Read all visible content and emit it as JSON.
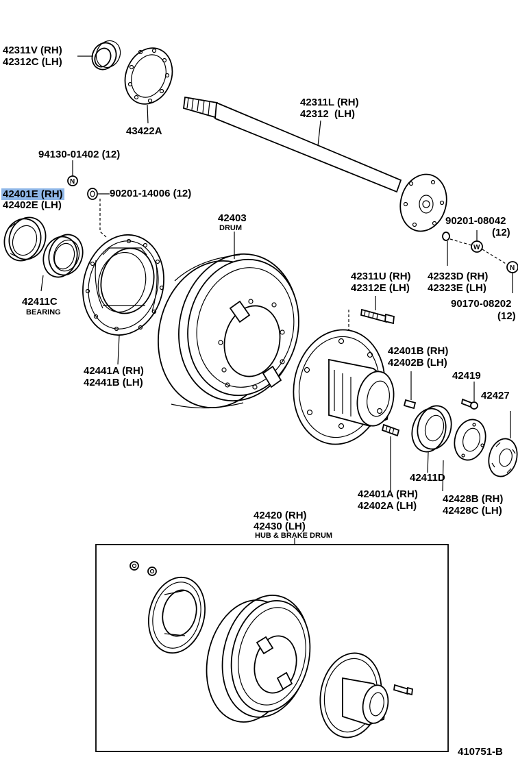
{
  "labels": {
    "p42311v": "42311V (RH)",
    "p42312c": "42312C (LH)",
    "p43422a": "43422A",
    "p42311l": "42311L (RH)",
    "p42312": "42312  (LH)",
    "p94130": "94130-01402 (12)",
    "p42401e": "42401E (RH)",
    "p42402e": "42402E (LH)",
    "p90201_14006": "90201-14006 (12)",
    "p42403": "42403",
    "drum": "DRUM",
    "p90201_08042": "90201-08042",
    "q12a": "(12)",
    "p42323d": "42323D (RH)",
    "p42323e": "42323E (LH)",
    "p90170": "90170-08202",
    "q12b": "(12)",
    "p42411c": "42411C",
    "bearing": "BEARING",
    "p42311u": "42311U (RH)",
    "p42312e": "42312E (LH)",
    "p42401b": "42401B (RH)",
    "p42402b": "42402B (LH)",
    "p42419": "42419",
    "p42427": "42427",
    "p42441a": "42441A (RH)",
    "p42441b": "42441B (LH)",
    "p42411d": "42411D",
    "p42401a": "42401A (RH)",
    "p42402a": "42402A (LH)",
    "p42428b": "42428B (RH)",
    "p42428c": "42428C (LH)",
    "p42420": "42420 (RH)",
    "p42430": "42430 (LH)",
    "hub_drum": "HUB & BRAKE DRUM",
    "ref": "410751-B"
  },
  "markers": {
    "n": "N",
    "w": "W"
  },
  "colors": {
    "highlight": "#8fb7e8",
    "ink": "#000000",
    "paper": "#ffffff"
  }
}
